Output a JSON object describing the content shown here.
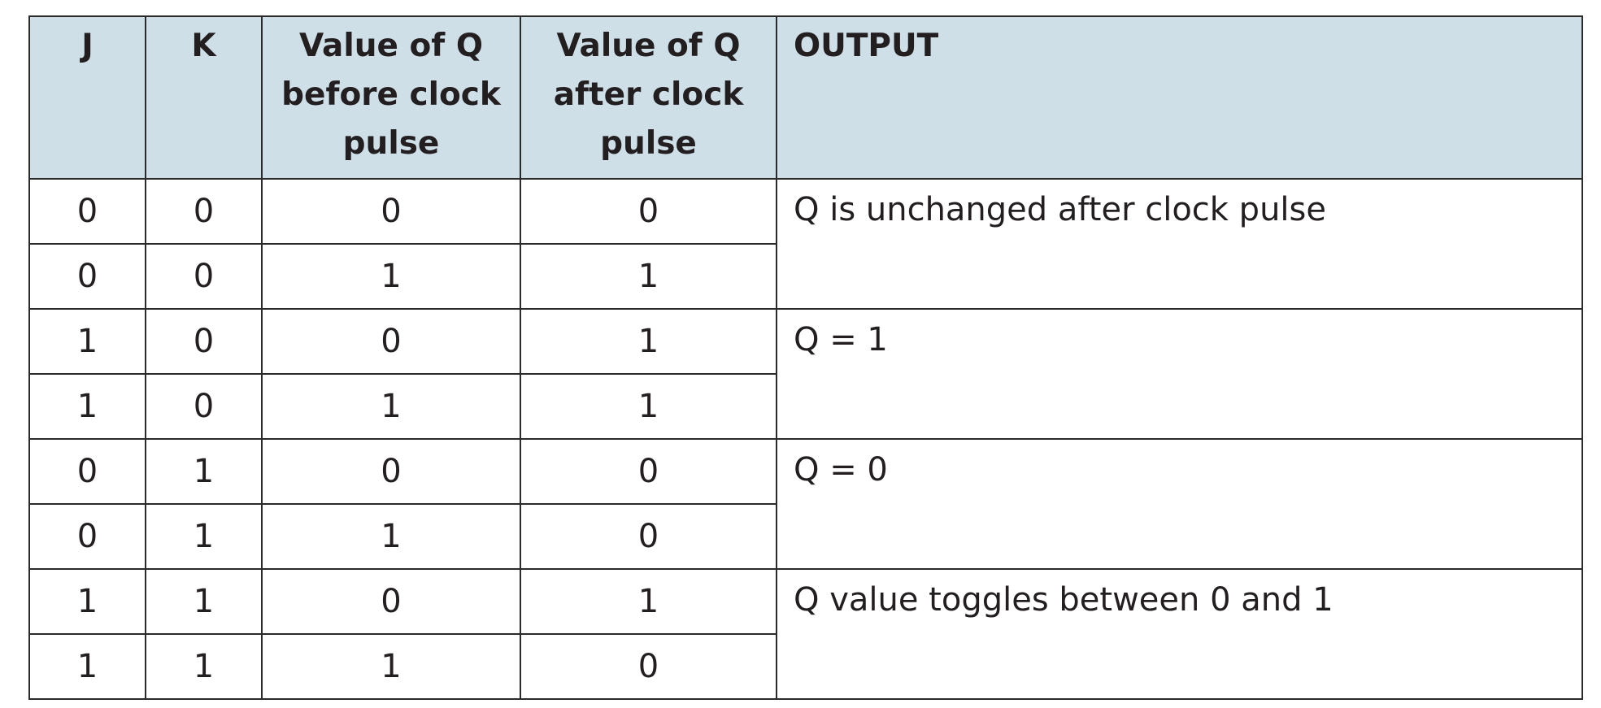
{
  "table": {
    "headers": [
      "J",
      "K",
      "Value of Q before clock pulse",
      "Value of Q after clock pulse",
      "OUTPUT"
    ],
    "rows": [
      [
        "0",
        "0",
        "0",
        "0"
      ],
      [
        "0",
        "0",
        "1",
        "1"
      ],
      [
        "1",
        "0",
        "0",
        "1"
      ],
      [
        "1",
        "0",
        "1",
        "1"
      ],
      [
        "0",
        "1",
        "0",
        "0"
      ],
      [
        "0",
        "1",
        "1",
        "0"
      ],
      [
        "1",
        "1",
        "0",
        "1"
      ],
      [
        "1",
        "1",
        "1",
        "0"
      ]
    ],
    "outputs": [
      "Q is unchanged after clock pulse",
      "Q = 1",
      "Q = 0",
      "Q value toggles between 0 and 1"
    ],
    "header_bg": "#cfdfe7",
    "border_color": "#2a2a2a"
  }
}
